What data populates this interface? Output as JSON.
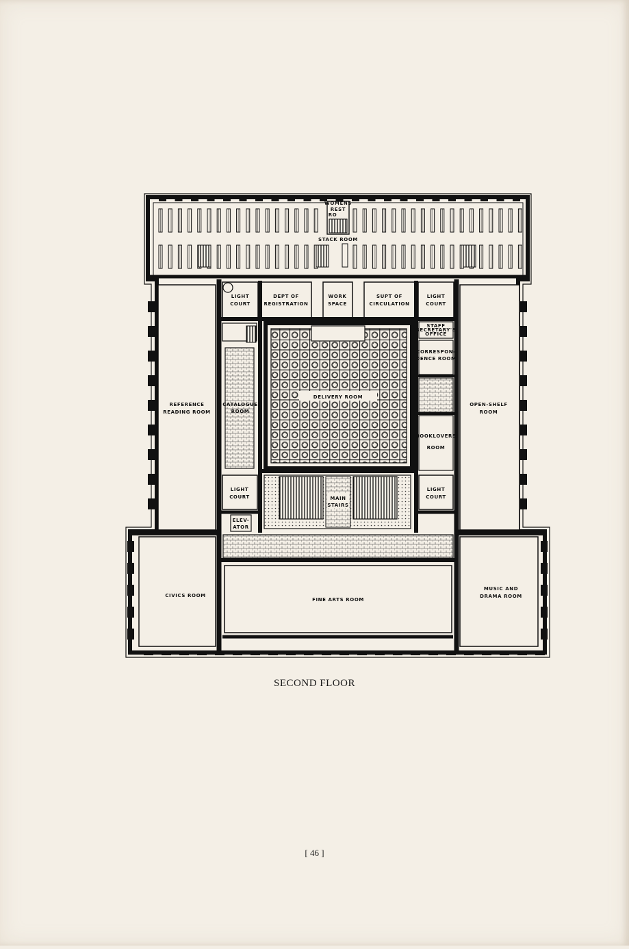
{
  "caption": "SECOND FLOOR",
  "page_number": "[ 46 ]",
  "rooms": {
    "womens_rest_room": [
      "WOMENS",
      "REST",
      "RO"
    ],
    "stack_room": "STACK ROOM",
    "light_court": [
      "LIGHT",
      "COURT"
    ],
    "dept_registration": [
      "DEPT OF",
      "REGISTRATION"
    ],
    "work_space": [
      "WORK",
      "SPACE"
    ],
    "supt_circulation": [
      "SUPT OF",
      "CIRCULATION"
    ],
    "staff_secretary": [
      "STAFF",
      "SECRETARY'S",
      "OFFICE"
    ],
    "correspondence": [
      "CORRESPON-",
      "DENCE ROOM"
    ],
    "reference": [
      "REFERENCE",
      "READING ROOM"
    ],
    "catalogue": [
      "CATALOGUE",
      "ROOM"
    ],
    "delivery": "DELIVERY ROOM",
    "open_shelf": [
      "OPEN-SHELF",
      "ROOM"
    ],
    "booklovers": [
      "BOOKLOVERS",
      "ROOM"
    ],
    "main_stairs": [
      "MAIN",
      "STAIRS"
    ],
    "elevator": [
      "ELEV-",
      "ATOR"
    ],
    "civics": "CIVICS ROOM",
    "fine_arts": "FINE ARTS ROOM",
    "music_drama": [
      "MUSIC AND",
      "DRAMA ROOM"
    ]
  }
}
